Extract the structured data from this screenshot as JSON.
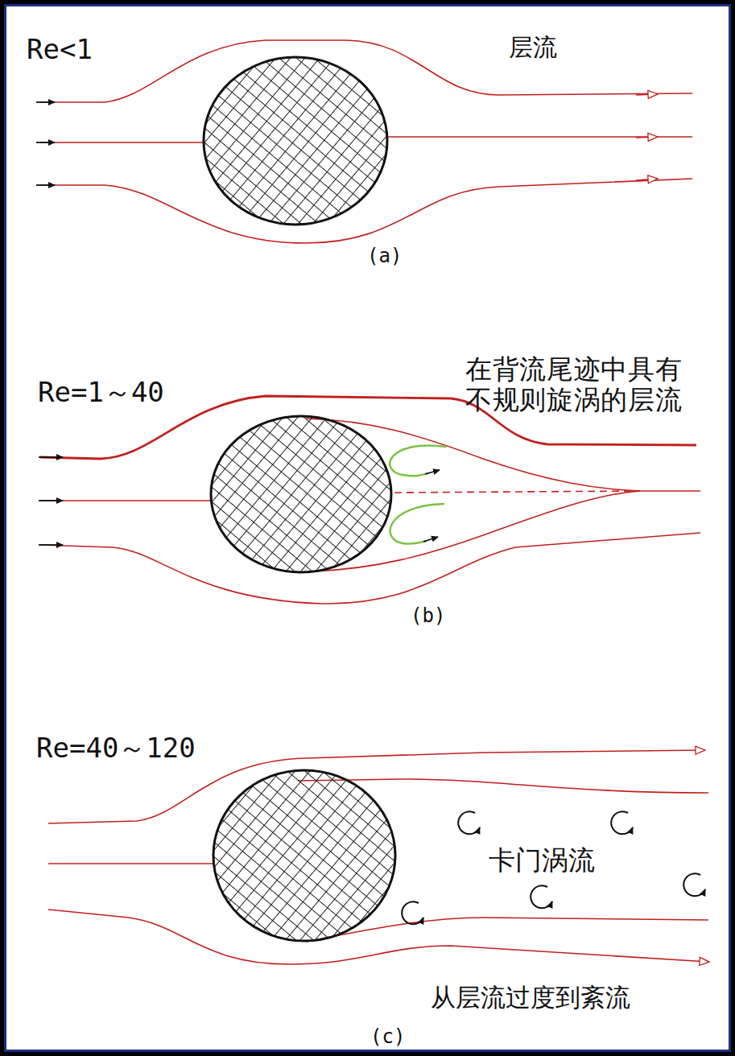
{
  "diagram": {
    "labels": [
      "Re<1",
      "层流",
      "(a)",
      "Re=1～40",
      "在背流尾迹中具有 不规则旋涡的层流",
      "(b)",
      "Re=40～120",
      "卡门涡流",
      "从层流过度到紊流",
      "(c)"
    ]
  }
}
